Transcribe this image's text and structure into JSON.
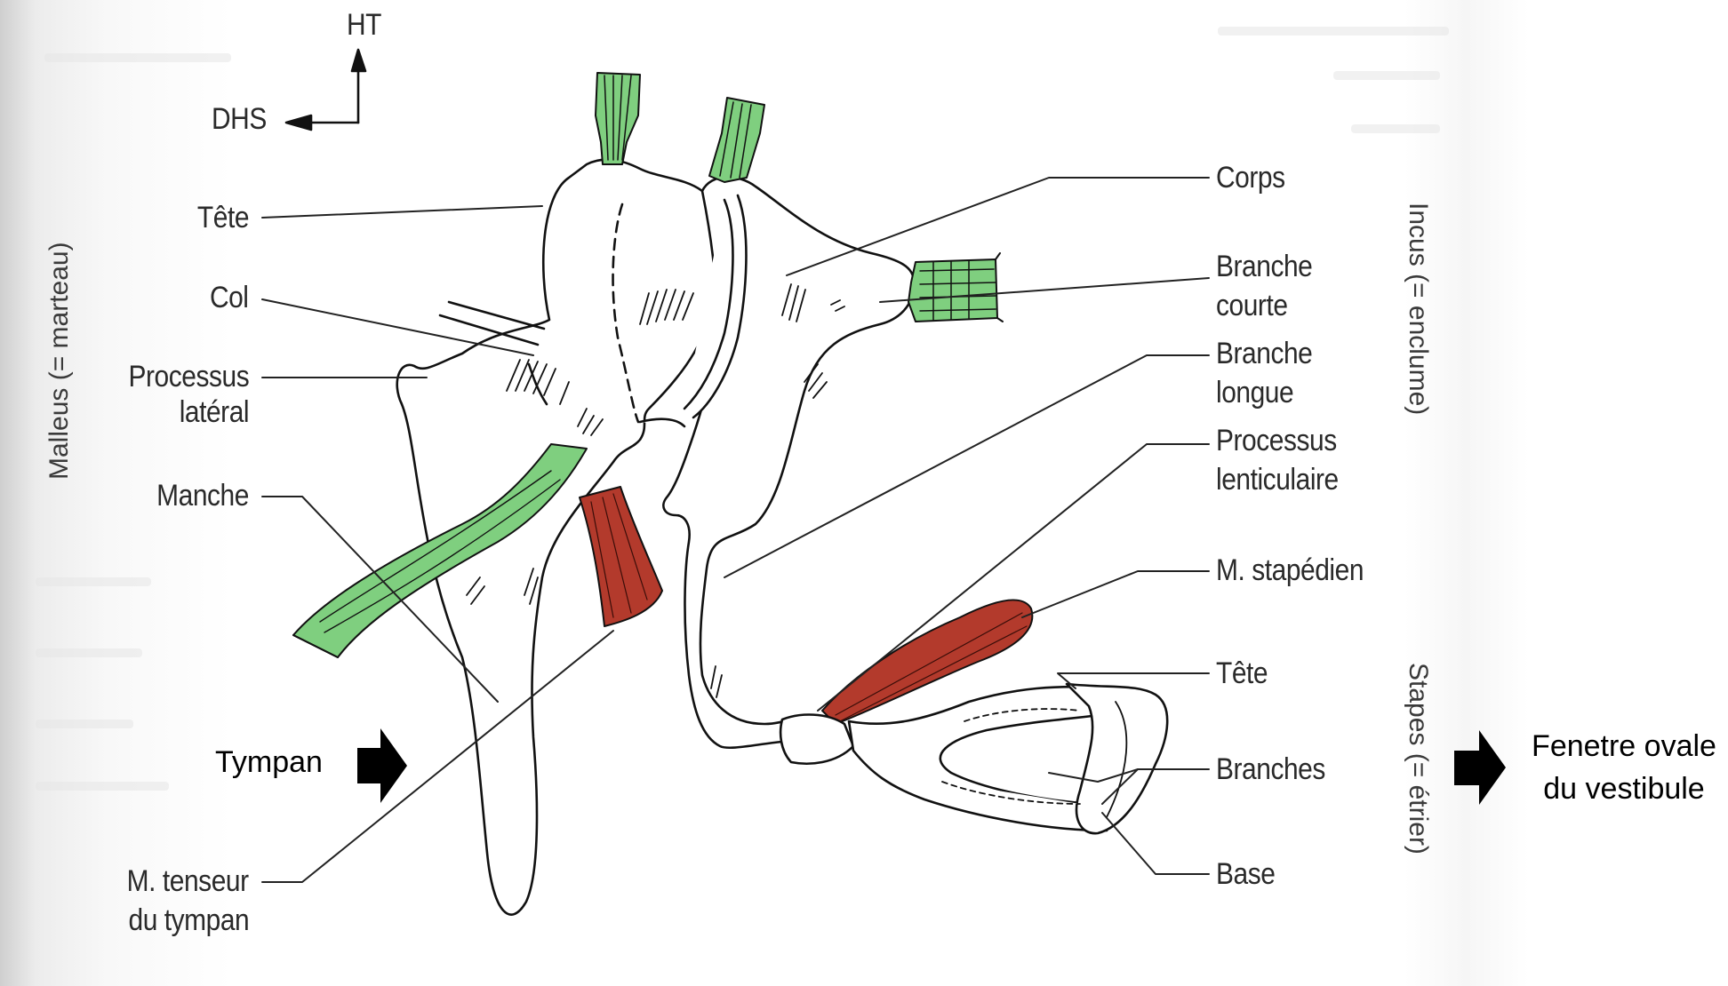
{
  "orientation": {
    "up": "HT",
    "left": "DHS"
  },
  "groups": {
    "malleus": "Malleus (= marteau)",
    "incus": "Incus (= enclume)",
    "stapes": "Stapes (= étrier)"
  },
  "left_labels": {
    "tete": "Tête",
    "col": "Col",
    "processus_lateral": [
      "Processus",
      "latéral"
    ],
    "manche": "Manche",
    "tenseur": [
      "M. tenseur",
      "du tympan"
    ]
  },
  "right_labels": {
    "corps": "Corps",
    "branche_courte": [
      "Branche",
      "courte"
    ],
    "branche_longue": [
      "Branche",
      "longue"
    ],
    "processus_lenticulaire": [
      "Processus",
      "lenticulaire"
    ],
    "stapedien": "M. stapédien",
    "stapes_tete": "Tête",
    "branches": "Branches",
    "base": "Base"
  },
  "annotations": {
    "tympan": "Tympan",
    "fenetre": [
      "Fenetre ovale",
      "du vestibule"
    ]
  },
  "colors": {
    "ligament": "#7fcf7f",
    "muscle": "#b33a2c",
    "ink": "#111111",
    "arrow": "#000000"
  }
}
